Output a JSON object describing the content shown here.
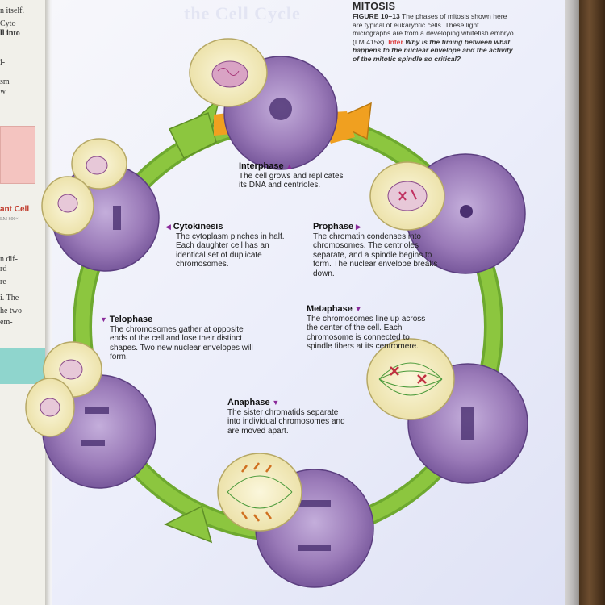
{
  "left_page": {
    "lines": [
      "n itself.",
      "Cyto",
      "ll into",
      "i-",
      "sm",
      "w",
      "ant Cell",
      "LM 800×",
      "n dif-",
      "rd",
      "re",
      "i. The",
      "he two",
      "em-"
    ]
  },
  "ghost_heading": "the Cell Cycle",
  "caption": {
    "title": "MITOSIS",
    "figure_label": "FIGURE 10–13",
    "text": "The phases of mitosis shown here are typical of eukaryotic cells. These light micrographs are from a developing whitefish embryo (LM 415×).",
    "infer_label": "Infer",
    "question": "Why is the timing between what happens to the nuclear envelope and the activity of the mitotic spindle so critical?"
  },
  "phases": {
    "interphase": {
      "title": "Interphase",
      "marker": "▲",
      "text": "The cell grows and replicates its DNA and centrioles."
    },
    "prophase": {
      "title": "Prophase",
      "marker": "▶",
      "text": "The chromatin condenses into chromosomes. The centrioles separate, and a spindle begins to form. The nuclear envelope breaks down."
    },
    "metaphase": {
      "title": "Metaphase",
      "marker": "▼",
      "text": "The chromosomes line up across the center of the cell. Each chromosome is connected to spindle fibers at its centromere."
    },
    "anaphase": {
      "title": "Anaphase",
      "marker": "▼",
      "text": "The sister chromatids separate into individual chromosomes and are moved apart."
    },
    "telophase": {
      "title": "Telophase",
      "marker": "▼",
      "text": "The chromosomes gather at opposite ends of the cell and lose their distinct shapes. Two new nuclear envelopes will form."
    },
    "cytokinesis": {
      "title": "Cytokinesis",
      "marker": "◀",
      "text": "The cytoplasm pinches in half. Each daughter cell has an identical set of duplicate chromosomes."
    }
  },
  "colors": {
    "cycle_green": "#8cc63f",
    "arrow_orange": "#f0a020",
    "micrograph_purple": "#9a7ab8",
    "diagram_cream": "#f3ecc0",
    "marker_purple": "#8a2a9a",
    "infer_red": "#dd4444"
  },
  "icons": [
    "cycle-ring",
    "cycle-arrow",
    "cell-micrograph",
    "cell-diagram",
    "triangle-marker"
  ]
}
